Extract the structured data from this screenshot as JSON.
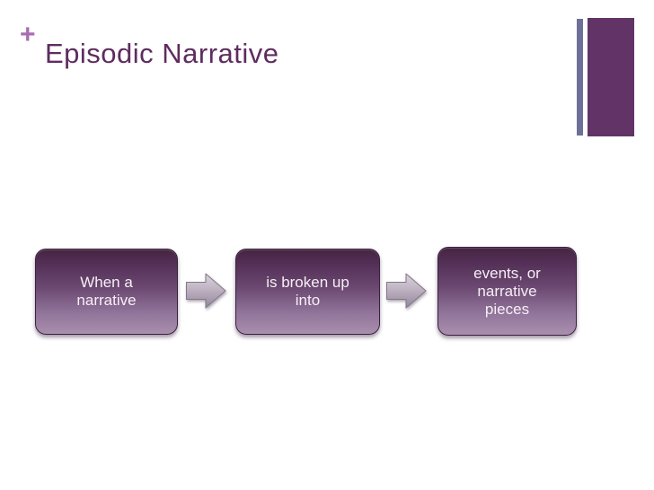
{
  "slide": {
    "plus_marker": "+",
    "title": "Episodic Narrative",
    "title_color": "#5e2c60",
    "plus_color": "#a86cb3",
    "background_color": "#ffffff"
  },
  "decoration": {
    "thin_bar_color": "#6f7098",
    "wide_bar_color": "#623366"
  },
  "diagram": {
    "type": "process-arrow-sequence",
    "box_gradient_top": "#45253f",
    "box_gradient_bottom": "#a98fae",
    "box_border_color": "#3a2040",
    "box_text_color": "#f6eff6",
    "arrow_gradient_top": "#d9d3db",
    "arrow_gradient_mid": "#c0b4c3",
    "arrow_gradient_bottom": "#91859a",
    "arrow_stroke_color": "#837788",
    "boxes": [
      {
        "lines": [
          "When a",
          "narrative"
        ]
      },
      {
        "lines": [
          "is broken up",
          "into"
        ]
      },
      {
        "lines": [
          "events, or",
          "narrative",
          "pieces"
        ]
      }
    ]
  }
}
